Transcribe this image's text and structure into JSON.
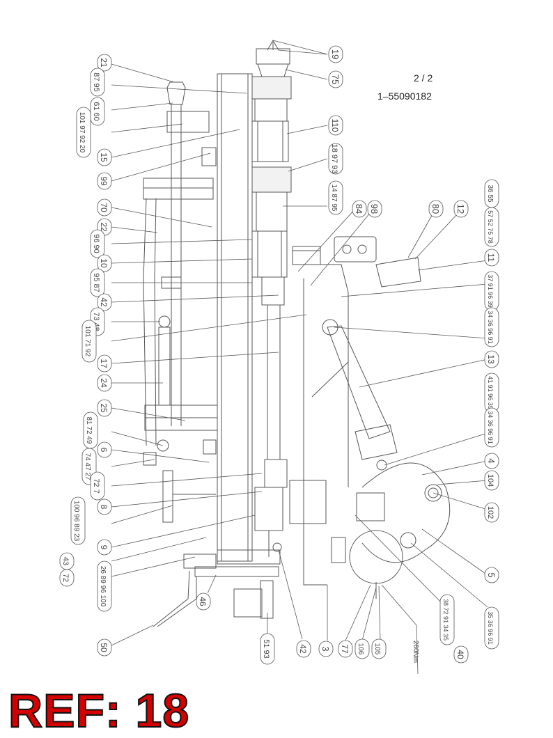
{
  "header": {
    "page_number": "2 / 2",
    "drawing_number": "1–55090182"
  },
  "reference": {
    "label": "REF: 18",
    "color": "#d40000"
  },
  "torque_note": "260Nm",
  "callouts": [
    {
      "id": "c19",
      "text": "19"
    },
    {
      "id": "c75",
      "text": "75"
    },
    {
      "id": "c110",
      "text": "110"
    },
    {
      "id": "c18",
      "text": "18 97 93"
    },
    {
      "id": "c14",
      "text": "14 87 95"
    },
    {
      "id": "c84",
      "text": "84"
    },
    {
      "id": "c98",
      "text": "98"
    },
    {
      "id": "c80",
      "text": "80"
    },
    {
      "id": "c12",
      "text": "12"
    },
    {
      "id": "c36",
      "text": "36 55"
    },
    {
      "id": "c57",
      "text": "57 52 75 78"
    },
    {
      "id": "c11",
      "text": "11"
    },
    {
      "id": "c37",
      "text": "37 91 96 39"
    },
    {
      "id": "c34a",
      "text": "34 36 96 91"
    },
    {
      "id": "c13",
      "text": "13"
    },
    {
      "id": "c41",
      "text": "41 91 96 39"
    },
    {
      "id": "c34b",
      "text": "34 36 96 91"
    },
    {
      "id": "c4",
      "text": "4"
    },
    {
      "id": "c104",
      "text": "104"
    },
    {
      "id": "c102",
      "text": "102"
    },
    {
      "id": "c5",
      "text": "5"
    },
    {
      "id": "c35",
      "text": "35 36 96 91"
    },
    {
      "id": "c38",
      "text": "38 72 91 34 35"
    },
    {
      "id": "c40",
      "text": "40"
    },
    {
      "id": "c105",
      "text": "105"
    },
    {
      "id": "c106",
      "text": "106"
    },
    {
      "id": "c77",
      "text": "77"
    },
    {
      "id": "c3",
      "text": "3"
    },
    {
      "id": "c42b",
      "text": "42"
    },
    {
      "id": "c51",
      "text": "51 93"
    },
    {
      "id": "c46",
      "text": "46"
    },
    {
      "id": "c50",
      "text": "50"
    },
    {
      "id": "c21",
      "text": "21"
    },
    {
      "id": "c87a",
      "text": "87 95"
    },
    {
      "id": "c61",
      "text": "61 60"
    },
    {
      "id": "c20",
      "text": "101 97 92 20"
    },
    {
      "id": "c15",
      "text": "15"
    },
    {
      "id": "c99",
      "text": "99"
    },
    {
      "id": "c70",
      "text": "70"
    },
    {
      "id": "c22",
      "text": "22"
    },
    {
      "id": "c96a",
      "text": "96 90"
    },
    {
      "id": "c10",
      "text": "10"
    },
    {
      "id": "c95",
      "text": "95 87"
    },
    {
      "id": "c42a",
      "text": "42"
    },
    {
      "id": "c73",
      "text": "73 48"
    },
    {
      "id": "c101",
      "text": "101 71 92"
    },
    {
      "id": "c17",
      "text": "17"
    },
    {
      "id": "c24",
      "text": "24"
    },
    {
      "id": "c25",
      "text": "25"
    },
    {
      "id": "c81",
      "text": "81 72 49"
    },
    {
      "id": "c6",
      "text": "6"
    },
    {
      "id": "c74",
      "text": "74 47 27"
    },
    {
      "id": "c72",
      "text": "72 7"
    },
    {
      "id": "c8",
      "text": "8"
    },
    {
      "id": "c100",
      "text": "100 96 89 23"
    },
    {
      "id": "c9",
      "text": "9"
    },
    {
      "id": "c43",
      "text": "43"
    },
    {
      "id": "c72b",
      "text": "72"
    },
    {
      "id": "c26",
      "text": "26 89 96 100"
    }
  ]
}
